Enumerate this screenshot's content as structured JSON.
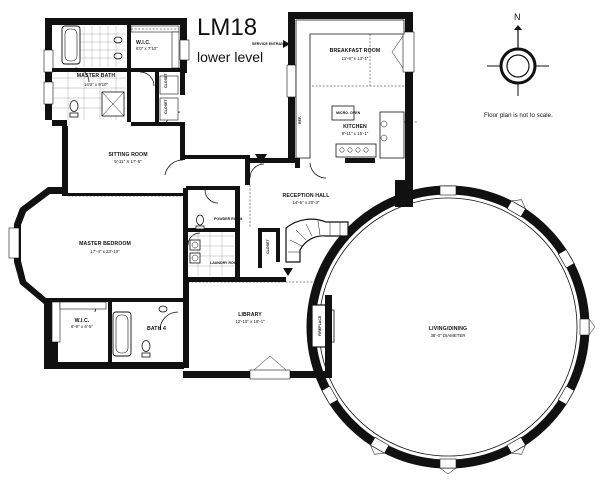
{
  "header": {
    "unit_name": "LM18",
    "level": "lower level"
  },
  "compass": {
    "north_label": "N"
  },
  "note": "Floor plan is not to scale.",
  "entrance": {
    "label": "SERVICE ENTRANCE"
  },
  "rooms": {
    "wic_top": {
      "name": "W.I.C.",
      "dims": "6'0\" x 7'10\""
    },
    "master_bath": {
      "name": "MASTER BATH",
      "dims": "14'0\" x 9'10\""
    },
    "closet_a": {
      "name": "CLOSET"
    },
    "closet_b": {
      "name": "CLOSET"
    },
    "sitting_room": {
      "name": "SITTING ROOM",
      "dims": "9'-11\" X 17'-5\""
    },
    "master_bedroom": {
      "name": "MASTER BEDROOM",
      "dims": "17'-4\" x 23'-10\""
    },
    "wic_bottom": {
      "name": "W.I.C.",
      "dims": "6'-9\" x 6'-5\""
    },
    "bath4": {
      "name": "BATH 4"
    },
    "powder_room": {
      "name": "POWDER ROOM"
    },
    "laundry_room": {
      "name": "LAUNDRY ROOM"
    },
    "closet_c": {
      "name": "CLOSET"
    },
    "library": {
      "name": "LIBRARY",
      "dims": "12'-10\" x 18'-1\""
    },
    "breakfast_room": {
      "name": "BREAKFAST ROOM",
      "dims": "11'-8\" x 13'-1\""
    },
    "kitchen": {
      "name": "KITCHEN",
      "dims": "9'-11\" x 15'-1\""
    },
    "reception_hall": {
      "name": "RECEPTION HALL",
      "dims": "14'-5\" x 20'-3\""
    },
    "living_dining": {
      "name": "LIVING/DINING",
      "dims": "38'-0\" DIAMETER"
    },
    "fireplace": {
      "name": "FIREPLACE"
    },
    "ref": {
      "name": "REF."
    },
    "micro": {
      "name": "MICRO. OVEN"
    }
  }
}
